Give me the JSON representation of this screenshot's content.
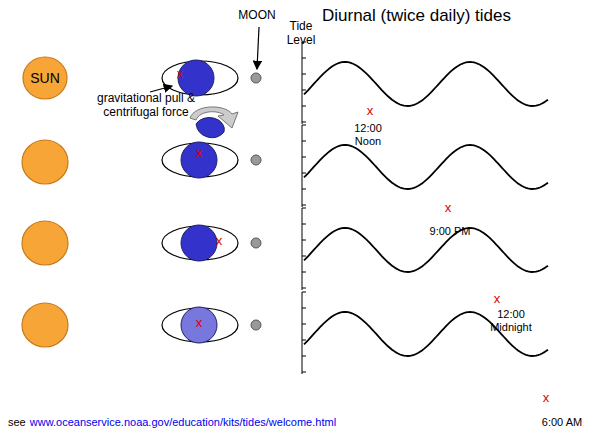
{
  "diagram": {
    "title": "Diurnal (twice daily) tides",
    "nodes": [
      {
        "text": [
          "SUN"
        ]
      }
    ],
    "labels": [
      "MOON",
      "gravitational pull & centrifugal force",
      "Tide Level",
      "x",
      "x",
      "x",
      "x",
      "x",
      "12:00 Noon",
      "x",
      "9:00 PM",
      "x",
      "12:00 Midnight",
      "x",
      "6:00 AM",
      "see",
      "www.oceanservice.noaa.gov/education/kits/tides/welcome.html"
    ]
  }
}
